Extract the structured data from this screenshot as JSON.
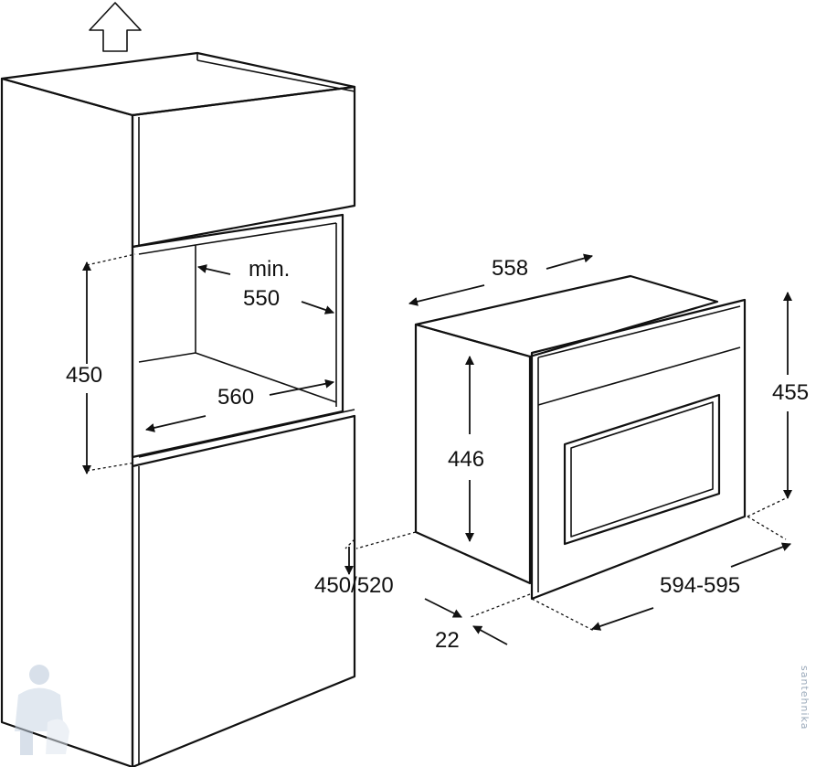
{
  "dimensions": {
    "niche_height": "450",
    "niche_depth_label": "min.",
    "niche_depth": "550",
    "niche_width": "560",
    "cabinet_depth": "450/520",
    "oven_depth": "558",
    "oven_body_height": "446",
    "oven_front_height": "455",
    "oven_width": "594-595",
    "panel_offset": "22"
  },
  "watermark": "santehnika",
  "colors": {
    "line": "#111111",
    "background": "#ffffff",
    "watermark": "#9aa9ba"
  }
}
